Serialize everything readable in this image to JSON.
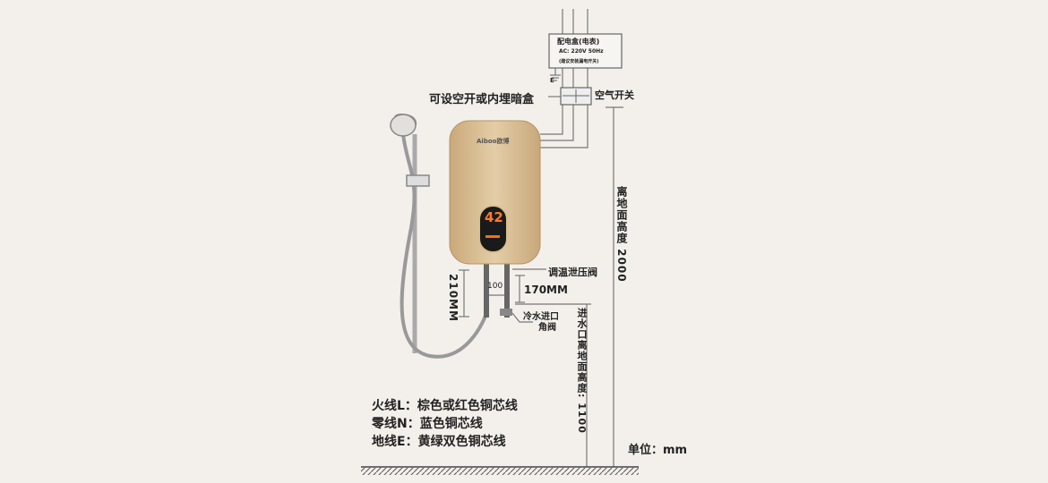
{
  "panel_box": {
    "title": "配电盒(电表)",
    "spec": "AC: 220V   50Hz",
    "note": "(建议安装漏电开关)"
  },
  "earth_label": "E",
  "switch_note": "可设空开或内埋暗盒",
  "switch_label": "空气开关",
  "brand": "Aiboo欧博",
  "display_temp": "42",
  "height_label": "离地面高度 2000",
  "valve_label": "调温泄压阀",
  "dim_210": "210MM",
  "dim_100": "100",
  "dim_170": "170MM",
  "inlet_label": "冷水进口",
  "angle_valve_label": "角阀",
  "inlet_height_label": "进水口离地面高度: 1100",
  "legend": [
    "火线L：棕色或红色铜芯线",
    "零线N：蓝色铜芯线",
    "地线E：黄绿双色铜芯线"
  ],
  "unit": "单位：mm"
}
